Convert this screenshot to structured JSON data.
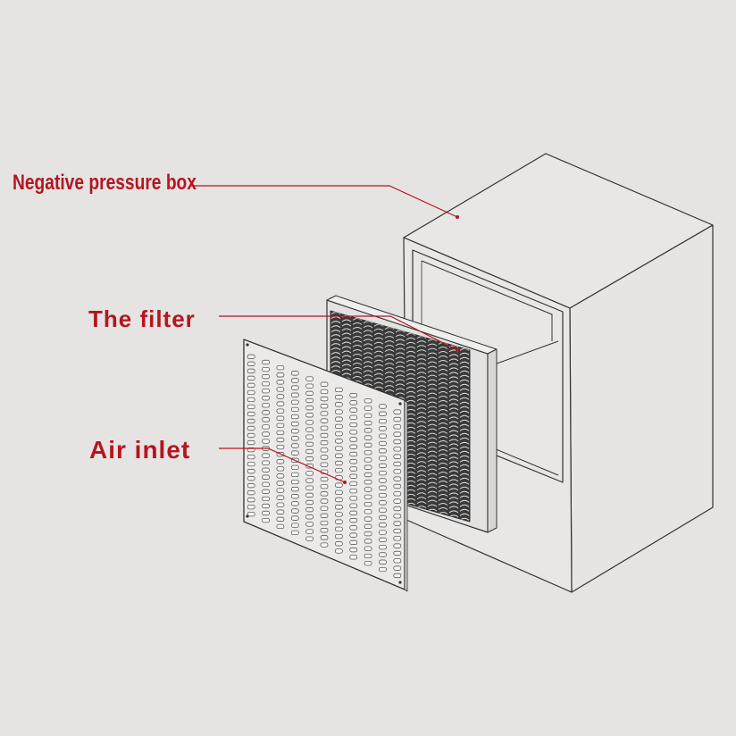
{
  "labels": {
    "negative_pressure_box": "Negative pressure box",
    "filter": "The filter",
    "air_inlet": "Air inlet"
  },
  "colors": {
    "background": "#e5e4e3",
    "label_red": "#b5161f",
    "line_dark": "#333333",
    "box_face": "#e8e7e6"
  }
}
